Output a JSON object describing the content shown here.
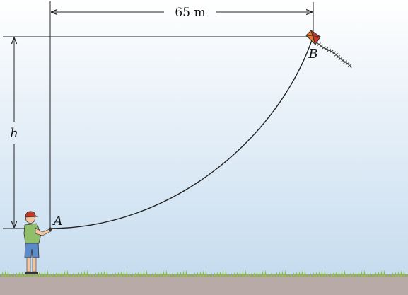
{
  "labels": {
    "width": "65 m",
    "height": "h",
    "point_a": "A",
    "point_b": "B"
  },
  "colors": {
    "sky_top": "#ffffff",
    "sky_bottom": "#c6dcef",
    "grass": "#8cc63e",
    "ground": "#b8aaa6",
    "line": "#222222",
    "kite_orange": "#e8782a",
    "kite_red": "#c0392b",
    "shirt": "#8fbf6a",
    "shorts": "#5b8cc9",
    "cap": "#c0392b",
    "skin": "#f2c6a0"
  }
}
